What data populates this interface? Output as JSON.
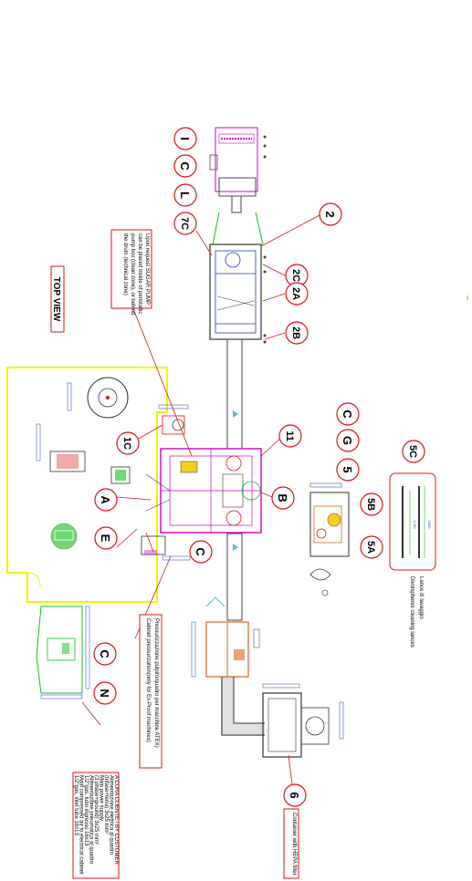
{
  "title": "TOP VIEW",
  "callouts": {
    "I": "I",
    "C_top": "C",
    "L": "L",
    "7C": "7C",
    "2": "2",
    "2C": "2C",
    "2A": "2A",
    "2B": "2B",
    "11": "11",
    "B": "B",
    "1C": "1C",
    "A": "A",
    "E": "E",
    "C_mid": "C",
    "C_right": "C",
    "G": "G",
    "5": "5",
    "5C": "5C",
    "5B": "5B",
    "5A": "5A",
    "C_bottom": "C",
    "N": "N",
    "6": "6"
  },
  "notes": {
    "sugar_pump": [
      "Upon request SUGAR PUMP",
      "can be placed inside of peristaltic",
      "pump box (clean zone), or behind",
      "the drum (technical zone)"
    ],
    "lances": [
      "Lance di lavaggio",
      "Divolspheres cleaning lances"
    ],
    "pressurization": [
      "Pressurizzazione pulpito/quadro per macchine ATEX)",
      "Cabinet pressurization(only for Ex-Proof machines)"
    ],
    "hepa": "Container with HEPA filter",
    "customer": [
      "A CURA CLIENTE / BY CUSTOMER",
      "Alimentazione elettrica al quadro",
      "(trifase+terra) 3x25 mm²",
      "Main power supply",
      "(3 phase+ground) 3x25 mm²",
      "Alimentazione pneumatica al quadro",
      "1/2\"gas, tubo ingresso 16x13",
      "Main compressed air to electrical cabinet",
      "1/2\"gas, inlet tube 16x13"
    ]
  },
  "dimensions": {
    "d2300": "2300",
    "d1750": "1750"
  },
  "colors": {
    "callout_stroke": "#e01010",
    "equipment": "#cc00cc",
    "boundary": "#f2f200",
    "duct": "#444444",
    "dim": "#1a3fb8",
    "green": "#10c010",
    "orange": "#e06020"
  }
}
